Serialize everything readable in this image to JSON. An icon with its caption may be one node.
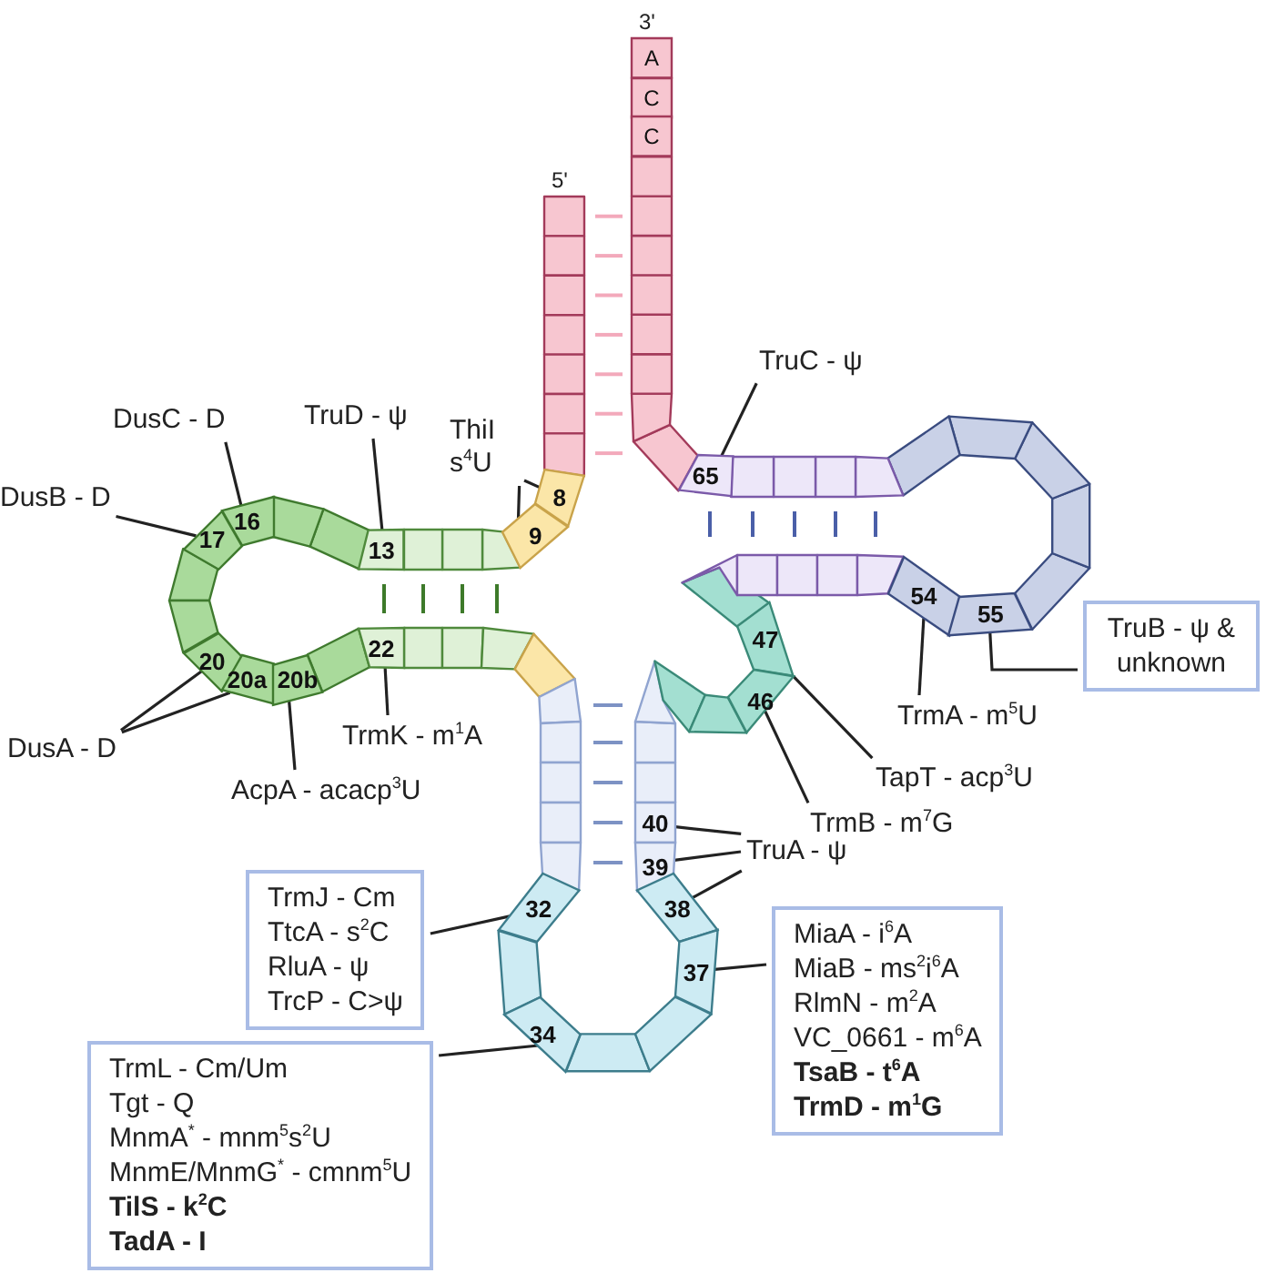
{
  "diagram": {
    "nodes": [
      {
        "text": [
          "A"
        ]
      },
      {
        "text": [
          "C"
        ]
      },
      {
        "text": [
          "C"
        ]
      },
      {
        "text": [
          "TruC - ψ"
        ]
      },
      {
        "text": [
          "DusC - D"
        ]
      },
      {
        "text": [
          "TruD - ψ"
        ]
      },
      {
        "text": [
          "ThiI s$^{4}$U"
        ]
      },
      {
        "text": [
          "8"
        ]
      },
      {
        "text": [
          "16"
        ]
      },
      {
        "text": [
          "DusB - D"
        ]
      },
      {
        "text": [
          "65"
        ]
      },
      {
        "text": [
          "13"
        ]
      },
      {
        "text": [
          "9"
        ]
      },
      {
        "text": [
          "17"
        ]
      },
      {
        "text": [
          "54"
        ]
      },
      {
        "text": [
          "55"
        ]
      },
      {
        "text": [
          "TruB - ψ & unknown"
        ]
      },
      {
        "text": [
          "20"
        ]
      },
      {
        "text": [
          "22"
        ]
      },
      {
        "text": [
          "20a"
        ]
      },
      {
        "text": [
          "20b"
        ]
      },
      {
        "text": [
          "47"
        ]
      },
      {
        "text": [
          "46"
        ]
      },
      {
        "text": [
          "DusA - D"
        ]
      },
      {
        "text": [
          "TrmK - m$^{1}$A"
        ]
      },
      {
        "text": [
          "TrmA - m$^{5}$U"
        ]
      },
      {
        "text": [
          "AcpA - acacp$^{3}$U"
        ]
      },
      {
        "text": [
          "TapT - acp$^{3}$U"
        ]
      },
      {
        "text": [
          "TrmB - m$^{7}$G"
        ]
      },
      {
        "text": [
          "40"
        ]
      },
      {
        "text": [
          "39"
        ]
      },
      {
        "text": [
          "TruA - ψ"
        ]
      },
      {
        "text": [
          "TrmJ - Cm",
          "TtcA - s$^{2}$C",
          "RluA - ψ",
          "TrcP - C>ψ"
        ]
      },
      {
        "text": [
          "32"
        ]
      },
      {
        "text": [
          "38"
        ]
      },
      {
        "text": [
          "37"
        ]
      },
      {
        "text": [
          "MiaA - i$^{6}$A",
          "MiaB - ms$^{2}$i$^{6}$A",
          "RlmN - m$^{2}$A",
          "VC_0661 - m$^{6}$A",
          "**TsaB - t$^{6}$A**",
          "**TrmD - m$^{1}$G**"
        ]
      },
      {
        "text": [
          "34"
        ]
      },
      {
        "text": [
          "TrmL - Cm/Um",
          "Tgt - Q",
          "MnmA$^{*}$ - mnm$^{5}$s$^{2}$U",
          "MnmE/MnmG$^{*}$ - cmnm$^{5}$U",
          "**TilS - k$^{2}$C**",
          "**TadA - I**"
        ]
      }
    ],
    "edges": [
      {
        "from": 3,
        "to": 10,
        "arrow": "none"
      },
      {
        "from": 4,
        "to": 8,
        "arrow": "none"
      },
      {
        "from": 5,
        "to": 11,
        "arrow": "none"
      },
      {
        "from": 6,
        "to": 7,
        "arrow": "none"
      },
      {
        "from": 6,
        "to": 12,
        "arrow": "none"
      },
      {
        "from": 9,
        "to": 13,
        "arrow": "none"
      },
      {
        "from": 16,
        "to": 15,
        "arrow": "none"
      },
      {
        "from": 25,
        "to": 14,
        "arrow": "none"
      },
      {
        "from": 23,
        "to": 17,
        "arrow": "none"
      },
      {
        "from": 23,
        "to": 19,
        "arrow": "none"
      },
      {
        "from": 26,
        "to": 20,
        "arrow": "none"
      },
      {
        "from": 24,
        "to": 18,
        "arrow": "none"
      },
      {
        "from": 27,
        "to": 21,
        "arrow": "none"
      },
      {
        "from": 28,
        "to": 22,
        "arrow": "none"
      },
      {
        "from": 31,
        "to": 29,
        "arrow": "none"
      },
      {
        "from": 31,
        "to": 30,
        "arrow": "none"
      },
      {
        "from": 31,
        "to": 34,
        "arrow": "none"
      },
      {
        "from": 32,
        "to": 33,
        "arrow": "none"
      },
      {
        "from": 36,
        "to": 35,
        "arrow": "none"
      },
      {
        "from": 38,
        "to": 37,
        "arrow": "none"
      }
    ],
    "labels": [
      "5'",
      "3'"
    ]
  }
}
